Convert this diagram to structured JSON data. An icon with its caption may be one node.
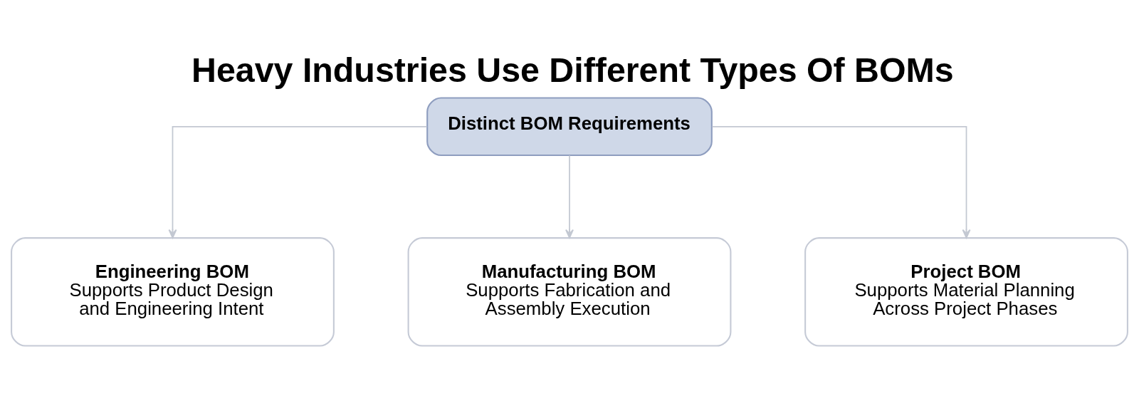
{
  "diagram": {
    "title": "Heavy Industries Use Different Types Of BOMs",
    "nodes": [
      {
        "text": [
          "Distinct BOM Requirements"
        ]
      },
      {
        "text": [
          "Engineering BOM",
          "Supports Product Design and Engineering Intent"
        ]
      },
      {
        "text": [
          "Manufacturing BOM",
          "Supports Fabrication and Assembly Execution"
        ]
      },
      {
        "text": [
          "Project BOM",
          "Supports Material Planning Across Project Phases"
        ]
      }
    ],
    "edges": [
      {
        "from": 0,
        "to": 1,
        "arrow": "to"
      },
      {
        "from": 0,
        "to": 2,
        "arrow": "to"
      },
      {
        "from": 0,
        "to": 3,
        "arrow": "to"
      }
    ]
  }
}
